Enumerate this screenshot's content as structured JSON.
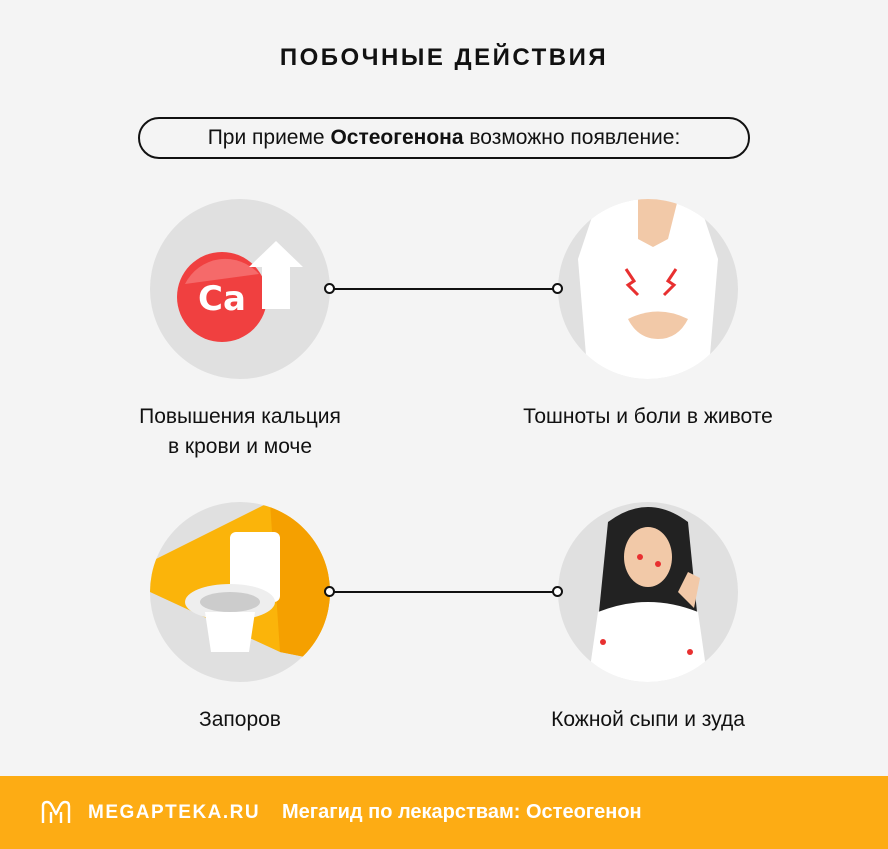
{
  "title": "ПОБОЧНЫЕ ДЕЙСТВИЯ",
  "intro": {
    "prefix": "При приеме ",
    "drug": "Остеогенона",
    "suffix": " возможно появление:"
  },
  "effects": [
    {
      "label_line1": "Повышения кальция",
      "label_line2": "в крови и моче",
      "icon": "calcium-up-icon",
      "badge": "Ca"
    },
    {
      "label_line1": "Тошноты и боли в животе",
      "icon": "stomach-pain-icon"
    },
    {
      "label_line1": "Запоров",
      "icon": "toilet-icon"
    },
    {
      "label_line1": "Кожной сыпи и зуда",
      "icon": "skin-rash-icon"
    }
  ],
  "footer": {
    "brand": "MEGAPTEKA.RU",
    "guide": "Мегагид по лекарствам: Остеогенон"
  },
  "colors": {
    "accent": "#fdac14",
    "background": "#f4f4f4",
    "circle": "#e0e0e0",
    "red": "#f04040"
  }
}
